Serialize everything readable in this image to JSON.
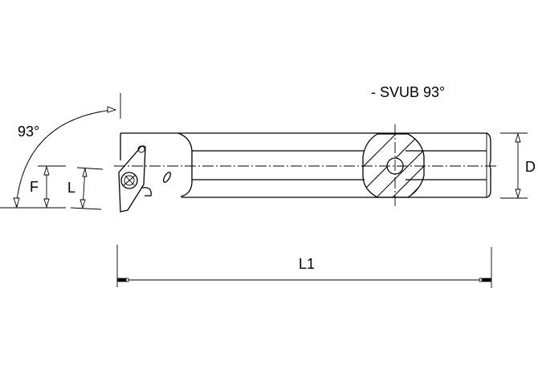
{
  "drawing": {
    "title": "- SVUB 93°",
    "angle_label": "93°",
    "dimensions": {
      "F": "F",
      "L": "L",
      "D": "D",
      "L1": "L1"
    },
    "colors": {
      "line": "#000000",
      "background": "#ffffff"
    }
  }
}
